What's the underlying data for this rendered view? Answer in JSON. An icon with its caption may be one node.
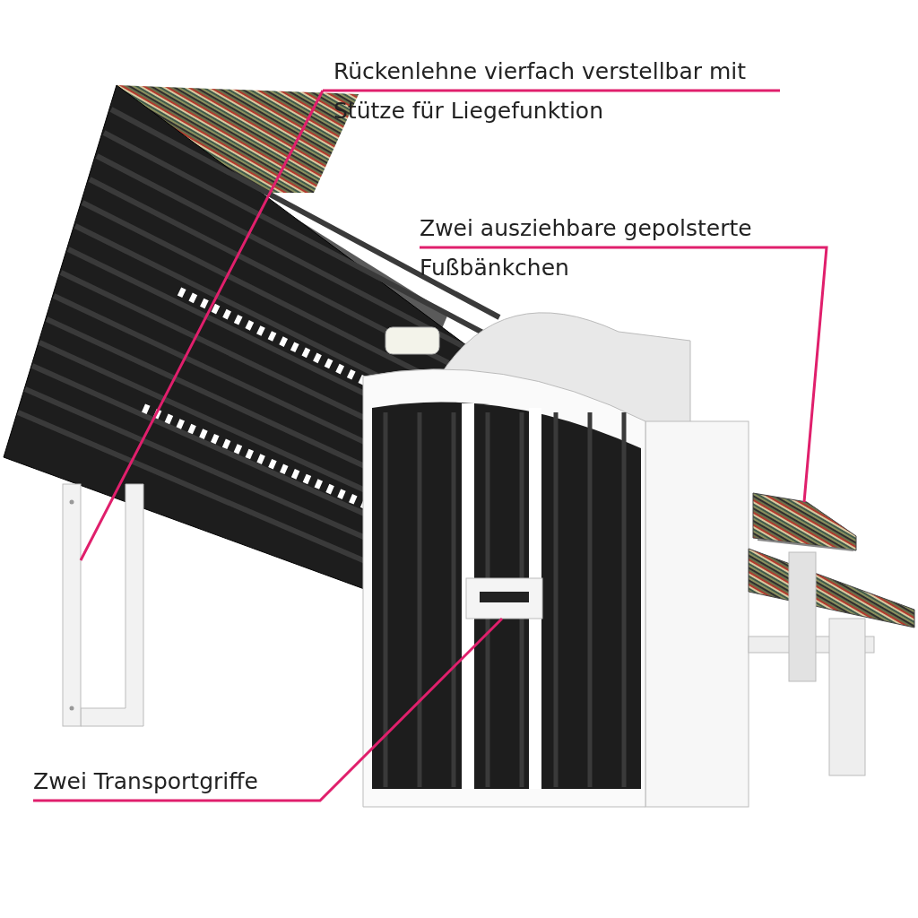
{
  "diagram": {
    "nodes": [
      {
        "text": [
          "Rückenlehne vierfach verstellbar mit Stütze für Liegefunktion"
        ]
      },
      {
        "text": [],
        "shape": "picture"
      },
      {
        "text": [
          "Zwei ausziehbare gepolsterte Fußbänkchen"
        ]
      },
      {
        "text": [],
        "shape": "picture"
      },
      {
        "text": [
          "Zwei Transportgriffe"
        ]
      },
      {
        "text": [],
        "shape": "picture"
      }
    ],
    "edges": [
      {
        "from": 0,
        "to": 1,
        "arrow": "none"
      },
      {
        "from": 2,
        "to": 3,
        "arrow": "none"
      },
      {
        "from": 4,
        "to": 5,
        "arrow": "none"
      }
    ]
  }
}
